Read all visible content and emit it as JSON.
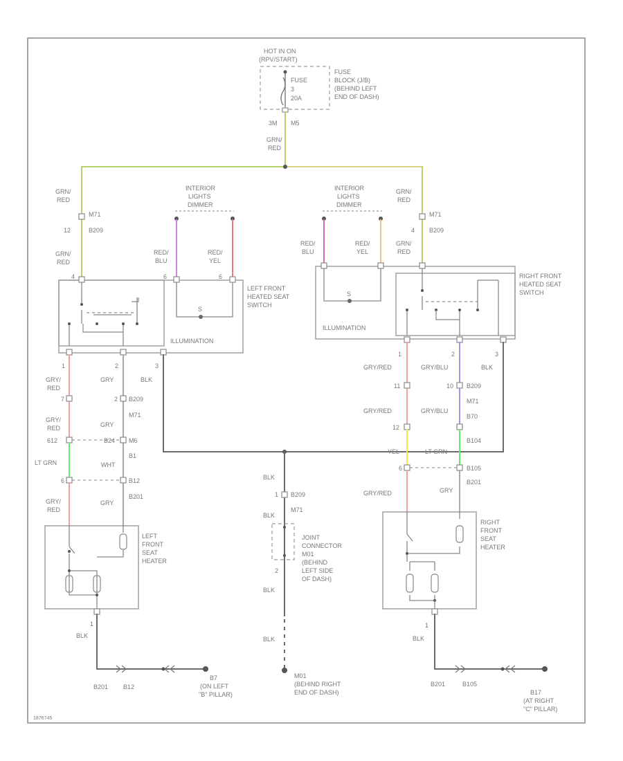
{
  "colors": {
    "green_red": "#b4d26a",
    "gray": "#a8a8a8",
    "black": "#6a6a6a",
    "pink": "#f4a0a0",
    "lt_green": "#66ee66",
    "yellow": "#eeee44",
    "blue": "#9999ee",
    "red": "#ee7777",
    "purple": "#cc88dd",
    "magenta": "#dd66bb",
    "orange": "#f0c090"
  },
  "labels": {
    "hot": "HOT IN ON",
    "hot2": "(RPV/START)",
    "fuse": "FUSE",
    "fuse_num": "3",
    "fuse_amp": "20A",
    "fuse_block1": "FUSE",
    "fuse_block2": "BLOCK (J/B)",
    "fuse_block3": "(BEHIND LEFT",
    "fuse_block4": "END OF DASH)",
    "top_pin": "3M",
    "top_conn": "M5",
    "grn_red_top1": "GRN/",
    "grn_red_top2": "RED",
    "l_grnred1": "GRN/",
    "l_grnred2": "RED",
    "l_m71": "M71",
    "l_pin12": "12",
    "l_b209": "B209",
    "l_grnred_b1": "GRN/",
    "l_grnred_b2": "RED",
    "l_interior1": "INTERIOR",
    "l_interior2": "LIGHTS",
    "l_interior3": "DIMMER",
    "l_redblu1": "RED/",
    "l_redblu2": "BLU",
    "l_redyel1": "RED/",
    "l_redyel2": "YEL",
    "l_pin_a": "4",
    "l_pin_b": "6",
    "l_pin_c": "6",
    "l_res": "S",
    "l_sw1": "LEFT FRONT",
    "l_sw2": "HEATED SEAT",
    "l_sw3": "SWITCH",
    "l_illum": "ILLUMINATION",
    "l_p1": "1",
    "l_p2": "2",
    "l_p3": "3",
    "l_gryred1": "GRY/",
    "l_gryred2": "RED",
    "l_gry": "GRY",
    "l_blk": "BLK",
    "l_p7": "7",
    "l_p2b": "2",
    "l_b209b": "B209",
    "l_m71b": "M71",
    "l_gryred3": "GRY/",
    "l_gryred4": "RED",
    "l_gry2": "GRY",
    "l_p12": "612",
    "l_b24": "B24",
    "l_m6": "M6",
    "l_ltgrn": "LT GRN",
    "l_wht": "WHT",
    "l_b1": "B1",
    "l_p6": "6",
    "l_b12": "B12",
    "l_gryred5": "GRY/",
    "l_gryred6": "RED",
    "l_gry3": "GRY",
    "l_b201": "B201",
    "l_h1": "LEFT",
    "l_h2": "FRONT",
    "l_h3": "SEAT",
    "l_h4": "HEATER",
    "l_p1b": "1",
    "l_blk2": "BLK",
    "l_b201b": "B201",
    "l_b12b": "B12",
    "l_gnd1": "B7",
    "l_gnd2": "(ON LEFT",
    "l_gnd3": "\"B\" PILLAR)",
    "r_grnred1": "GRN/",
    "r_grnred2": "RED",
    "r_m71": "M71",
    "r_pin4": "4",
    "r_b209": "B209",
    "r_grnred_b1": "GRN/",
    "r_grnred_b2": "RED",
    "r_interior1": "INTERIOR",
    "r_interior2": "LIGHTS",
    "r_interior3": "DIMMER",
    "r_redblu1": "RED/",
    "r_redblu2": "BLU",
    "r_redyel1": "RED/",
    "r_redyel2": "YEL",
    "r_res": "S",
    "r_sw1": "RIGHT FRONT",
    "r_sw2": "HEATED SEAT",
    "r_sw3": "SWITCH",
    "r_illum": "ILLUMINATION",
    "r_p1": "1",
    "r_p2": "2",
    "r_p3": "3",
    "r_gryred": "GRY/RED",
    "r_grybl": "GRY/BLU",
    "r_blk": "BLK",
    "r_p11": "11",
    "r_b209b": "B209",
    "r_p10": "10",
    "r_m71b": "M71",
    "r_gryred2": "GRY/RED",
    "r_grybl2": "GRY/BLU",
    "r_b70": "B70",
    "r_p12": "12",
    "r_b104": "B104",
    "r_yel": "YEL",
    "r_ltgrn": "LT GRN",
    "r_p6": "6",
    "r_b105": "B105",
    "r_gryred3": "GRY/RED",
    "r_gry": "GRY",
    "r_b201": "B201",
    "r_h1": "RIGHT",
    "r_h2": "FRONT",
    "r_h3": "SEAT",
    "r_h4": "HEATER",
    "r_p1b": "1",
    "r_blk2": "BLK",
    "r_b201b": "B201",
    "r_b105b": "B105",
    "r_gnd1": "B17",
    "r_gnd2": "(AT RIGHT",
    "r_gnd3": "\"C\" PILLAR)",
    "c_blk": "BLK",
    "c_p1": "1",
    "c_b209": "B209",
    "c_blk2": "BLK",
    "c_m71": "M71",
    "c_j1": "JOINT",
    "c_j2": "CONNECTOR",
    "c_j3": "M01",
    "c_j4": "(BEHIND",
    "c_j5": "LEFT SIDE",
    "c_j6": "OF DASH)",
    "c_p2": "2",
    "c_blk3": "BLK",
    "c_blk4": "BLK",
    "c_g1": "M01",
    "c_g2": "(BEHIND RIGHT",
    "c_g3": "END OF DASH)",
    "footer": "1876745"
  }
}
